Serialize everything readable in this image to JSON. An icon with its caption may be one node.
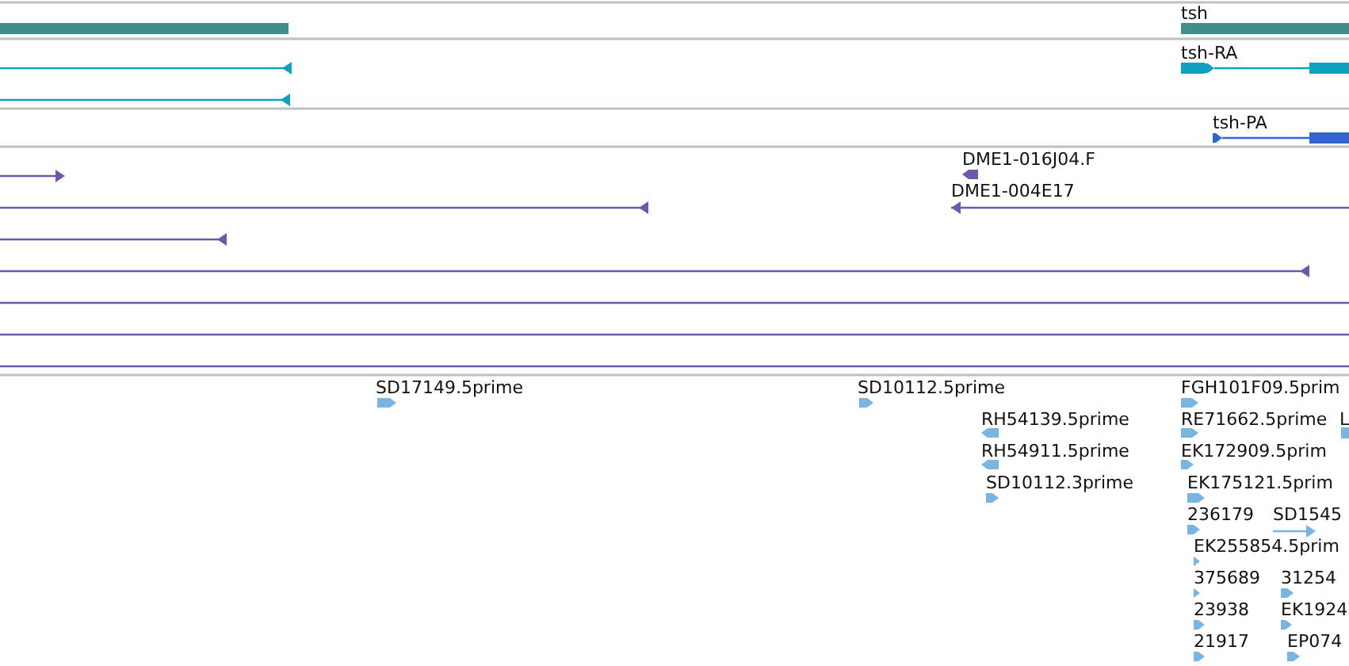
{
  "diagram": {
    "labels": [
      "tsh",
      "tsh-RA",
      "tsh-PA",
      "DME1-016J04.F",
      "DME1-004E17",
      "SD17149.5prime",
      "SD10112.5prime",
      "FGH101F09.5prim",
      "RH54139.5prime",
      "RE71662.5prime",
      "L",
      "RH54911.5prime",
      "EK172909.5prim",
      "SD10112.3prime",
      "EK175121.5prim",
      "236179",
      "SD1545",
      "EK255854.5prim",
      "375689",
      "31254",
      "23938",
      "EK1924",
      "21917",
      "EP074"
    ]
  }
}
